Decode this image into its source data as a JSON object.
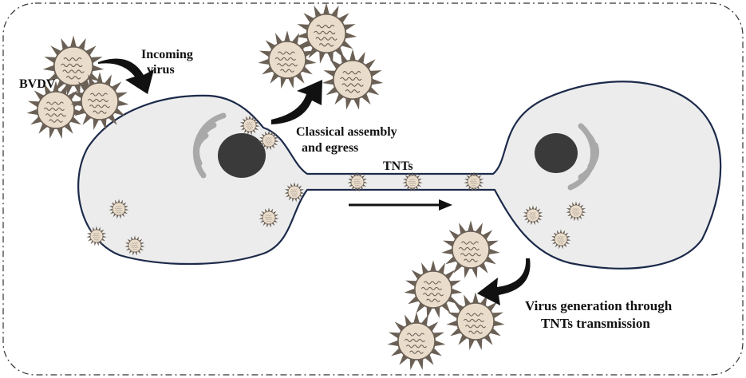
{
  "labels": {
    "bvdv": "BVDV",
    "incoming_line1": "Incoming",
    "incoming_line2": "virus",
    "classical_line1": "Classical assembly",
    "classical_line2": "and egress",
    "tnts": "TNTs",
    "generation_line1": "Virus generation through",
    "generation_line2": "TNTs transmission"
  },
  "colors": {
    "frame": "#333333",
    "cell_fill": "#ececec",
    "cell_outline": "#1c2a4a",
    "nucleus": "#3a3a3a",
    "golgi": "#a9a9a9",
    "virus_fill": "#e9dccb",
    "virus_spike": "#6b6055",
    "arrow": "#111111"
  },
  "icons": [
    "virus-particle-icon",
    "golgi-apparatus-icon",
    "nucleus-icon",
    "curved-arrow-icon",
    "straight-arrow-icon"
  ]
}
